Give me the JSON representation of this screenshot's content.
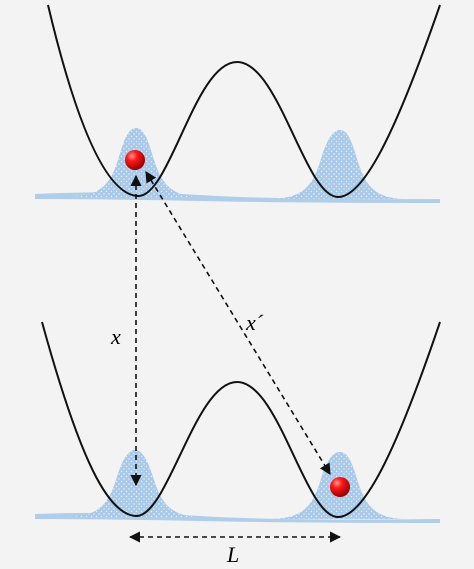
{
  "colors": {
    "background": "#f3f3f3",
    "potential_curve": "#111111",
    "wavepacket_fill": "#a9c9e8",
    "wavepacket_dots": "#ffffff",
    "particle": "#e00000",
    "arrows": "#111111"
  },
  "labels": {
    "vertical_distance": "x",
    "diagonal_distance": "x´",
    "well_separation": "L"
  },
  "icons": {
    "particle": "red-sphere",
    "potential": "double-well-curve",
    "wavepacket": "gaussian-packet"
  }
}
